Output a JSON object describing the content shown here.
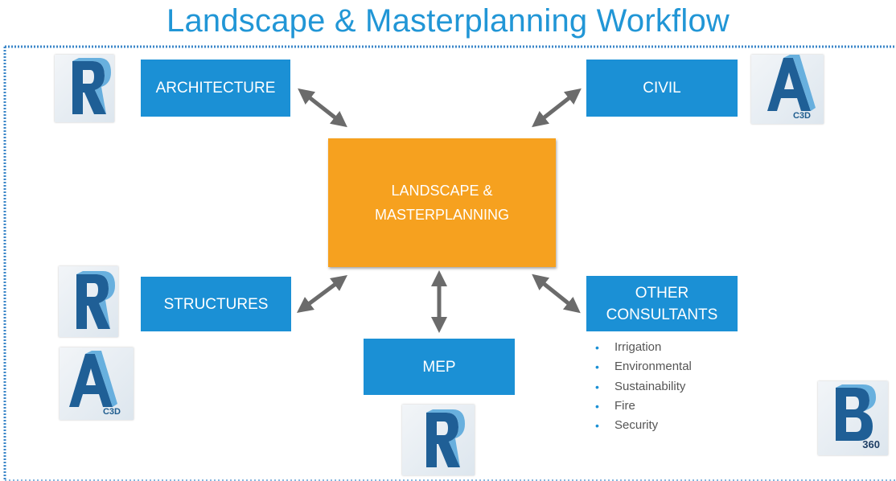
{
  "title": "Landscape & Masterplanning Workflow",
  "nodes": {
    "architecture": "ARCHITECTURE",
    "civil": "CIVIL",
    "center": [
      "LANDSCAPE &",
      "MASTERPLANNING"
    ],
    "structures": "STRUCTURES",
    "other": [
      "OTHER",
      "CONSULTANTS"
    ],
    "mep": "MEP"
  },
  "other_consultants_list": [
    "Irrigation",
    "Environmental",
    "Sustainability",
    "Fire",
    "Security"
  ],
  "icons": {
    "revit": {
      "letter": "R",
      "name": "revit-icon"
    },
    "civil3d": {
      "letter": "A",
      "sub": "C3D",
      "name": "civil-3d-icon"
    },
    "bim360": {
      "letter": "B",
      "sub": "360",
      "name": "bim-360-icon"
    }
  },
  "colors": {
    "box_blue": "#1b90d5",
    "center_orange": "#f6a11f",
    "title_blue": "#2196d6",
    "arrow_gray": "#6b6b6b",
    "frame_dots": "#3a86c8"
  }
}
